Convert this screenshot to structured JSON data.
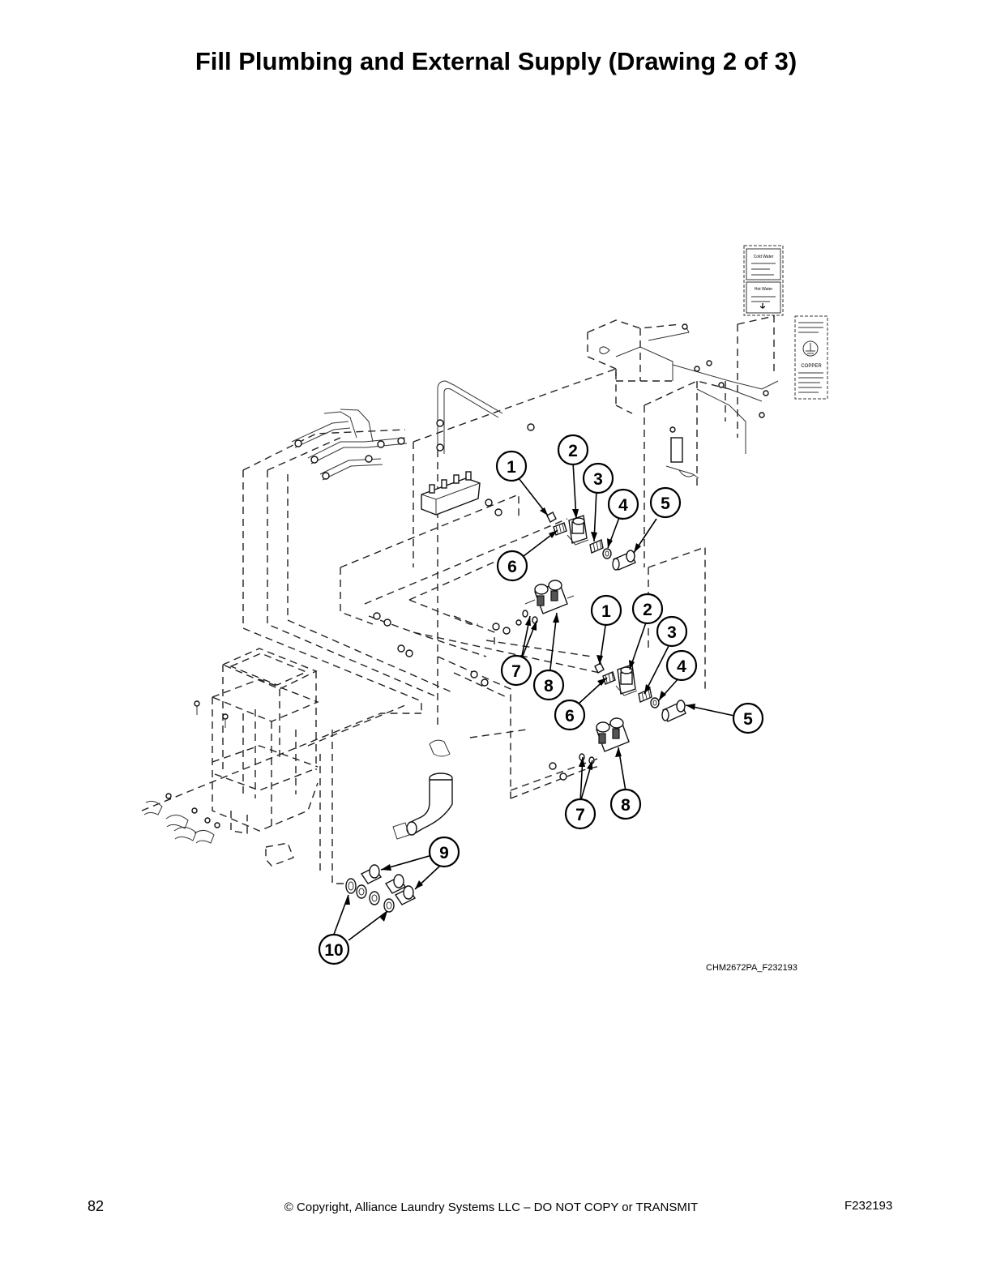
{
  "title": "Fill Plumbing and External Supply (Drawing 2 of 3)",
  "drawing_ref": "CHM2672PA_F232193",
  "footer": {
    "page_number": "82",
    "copyright": "© Copyright, Alliance Laundry Systems LLC – DO NOT COPY or TRANSMIT",
    "document_id": "F232193"
  },
  "decals": {
    "cold_water": "Cold Water",
    "hot_water": "Hot Water",
    "copper": "COPPER"
  },
  "callouts": {
    "upper_valve": [
      "1",
      "2",
      "3",
      "4",
      "5",
      "6",
      "7",
      "8"
    ],
    "lower_valve": [
      "1",
      "2",
      "3",
      "4",
      "5",
      "6",
      "7",
      "8"
    ],
    "supply": [
      "9",
      "10"
    ]
  }
}
